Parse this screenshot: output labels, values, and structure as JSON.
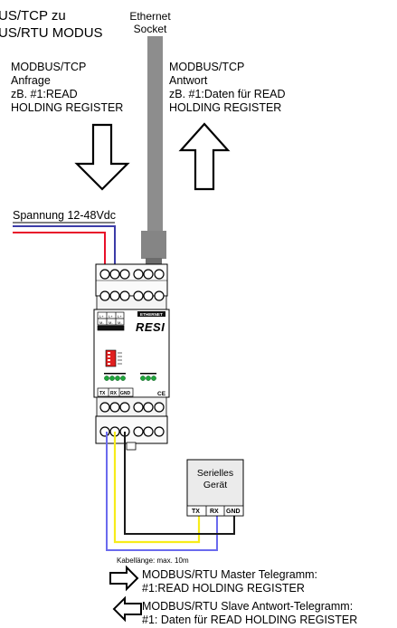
{
  "title_lines": [
    "US/TCP zu",
    "US/RTU MODUS"
  ],
  "ethernet_label": [
    "Ethernet",
    "Socket"
  ],
  "request_text": [
    "MODBUS/TCP",
    "Anfrage",
    "zB. #1:READ",
    "HOLDING REGISTER"
  ],
  "response_text": [
    "MODBUS/TCP",
    "Antwort",
    "zB. #1:Daten für READ",
    "HOLDING REGISTER"
  ],
  "supply_label": "Spannung 12-48Vdc",
  "device": {
    "name_lines": [
      "Serielles",
      "Gerät"
    ],
    "ports": [
      "TX",
      "RX",
      "GND"
    ]
  },
  "module": {
    "brand": "RESI",
    "header": "ETHERNET",
    "bottom_ports": [
      "TX",
      "RX",
      "GND"
    ],
    "ce_mark": "CE"
  },
  "cable_note": "Kabellänge: max. 10m",
  "legend": {
    "master": [
      "MODBUS/RTU Master Telegramm:",
      "#1:READ HOLDING REGISTER"
    ],
    "slave": [
      "MODBUS/RTU Slave Antwort-Telegramm:",
      "#1: Daten für READ HOLDING REGISTER"
    ]
  },
  "colors": {
    "power_positive": "#e8102a",
    "power_negative": "#3c3ca8",
    "tx_wire": "#6a6aee",
    "rx_wire": "#f7ec1a",
    "gnd_wire": "#1a1a1a",
    "ethernet_cable": "#8d8d8d",
    "led_green": "#1fa53b",
    "dip_switch": "#e02020"
  }
}
